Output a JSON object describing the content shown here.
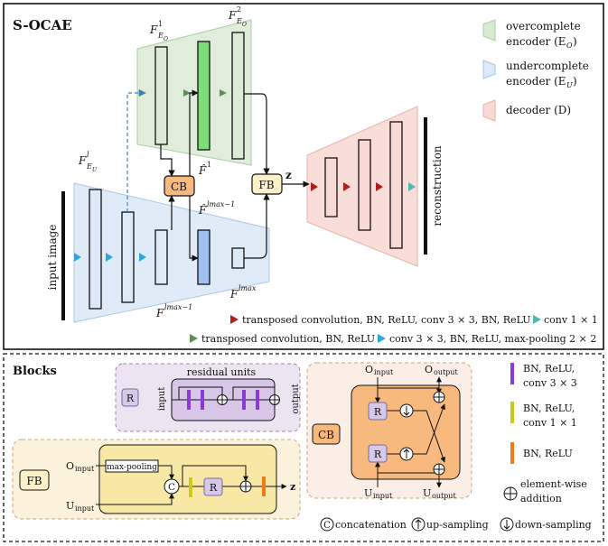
{
  "top": {
    "title": "S-OCAE",
    "legend": [
      {
        "line1": "overcomplete",
        "line2": "encoder (E",
        "sub": "O",
        "close": ")",
        "color": "#d9ead3"
      },
      {
        "line1": "undercomplete",
        "line2": "encoder (E",
        "sub": "U",
        "close": ")",
        "color": "#dce9f6"
      },
      {
        "line1": "decoder (D)",
        "color": "#f8d9d5"
      }
    ],
    "labels": {
      "fe1": "F",
      "fe1_sub": "E",
      "fe1_subsub": "O",
      "fe1_sup": "1",
      "fe2": "F",
      "fe2_sub": "E",
      "fe2_subsub": "O",
      "fe2_sup": "2",
      "feu": "F",
      "feu_sub": "E",
      "feu_subsub": "U",
      "feu_sup": "l",
      "fhat_o": "F̂",
      "fhat_o_sup": "1",
      "fhat_u": "F̂",
      "fhat_u_sup": "lmax−1",
      "flmax": "F",
      "flmax_sup": "lmax",
      "flmax1": "F",
      "flmax1_sup": "lmax−1",
      "cb": "CB",
      "fb": "FB",
      "z": "z",
      "input": "input image",
      "reconstruction": "reconstruction"
    },
    "footer": {
      "red": "transposed convolution, BN, ReLU, conv 3 × 3, BN, ReLU",
      "teal": "conv 1 × 1",
      "green": "transposed convolution, BN, ReLU",
      "blue": "conv 3 × 3, BN, ReLU, max-pooling 2 × 2"
    }
  },
  "blocks": {
    "title": "Blocks",
    "residual": {
      "title": "residual units",
      "r": "R",
      "input": "input",
      "output": "output"
    },
    "cb": {
      "label": "CB",
      "o_in": "O",
      "o_in_sub": "input",
      "o_out": "O",
      "o_out_sub": "output",
      "u_in": "U",
      "u_in_sub": "input",
      "u_out": "U",
      "u_out_sub": "output",
      "r": "R"
    },
    "fb": {
      "label": "FB",
      "o_in": "O",
      "o_in_sub": "input",
      "u_in": "U",
      "u_in_sub": "input",
      "maxpool": "max-pooling",
      "c": "C",
      "r": "R",
      "z": "z"
    },
    "legend": [
      {
        "line1": "BN, ReLU,",
        "line2": "conv 3 × 3",
        "color": "#8a3ad6"
      },
      {
        "line1": "BN, ReLU,",
        "line2": "conv 1 × 1",
        "color": "#c8cc16"
      },
      {
        "line1": "BN, ReLU",
        "line2": "",
        "color": "#f07b1a"
      }
    ],
    "addition": {
      "line1": "element-wise",
      "line2": "addition"
    },
    "ops": {
      "c": "C",
      "concat": "concatenation",
      "up": "up-sampling",
      "down": "down-sampling"
    }
  }
}
